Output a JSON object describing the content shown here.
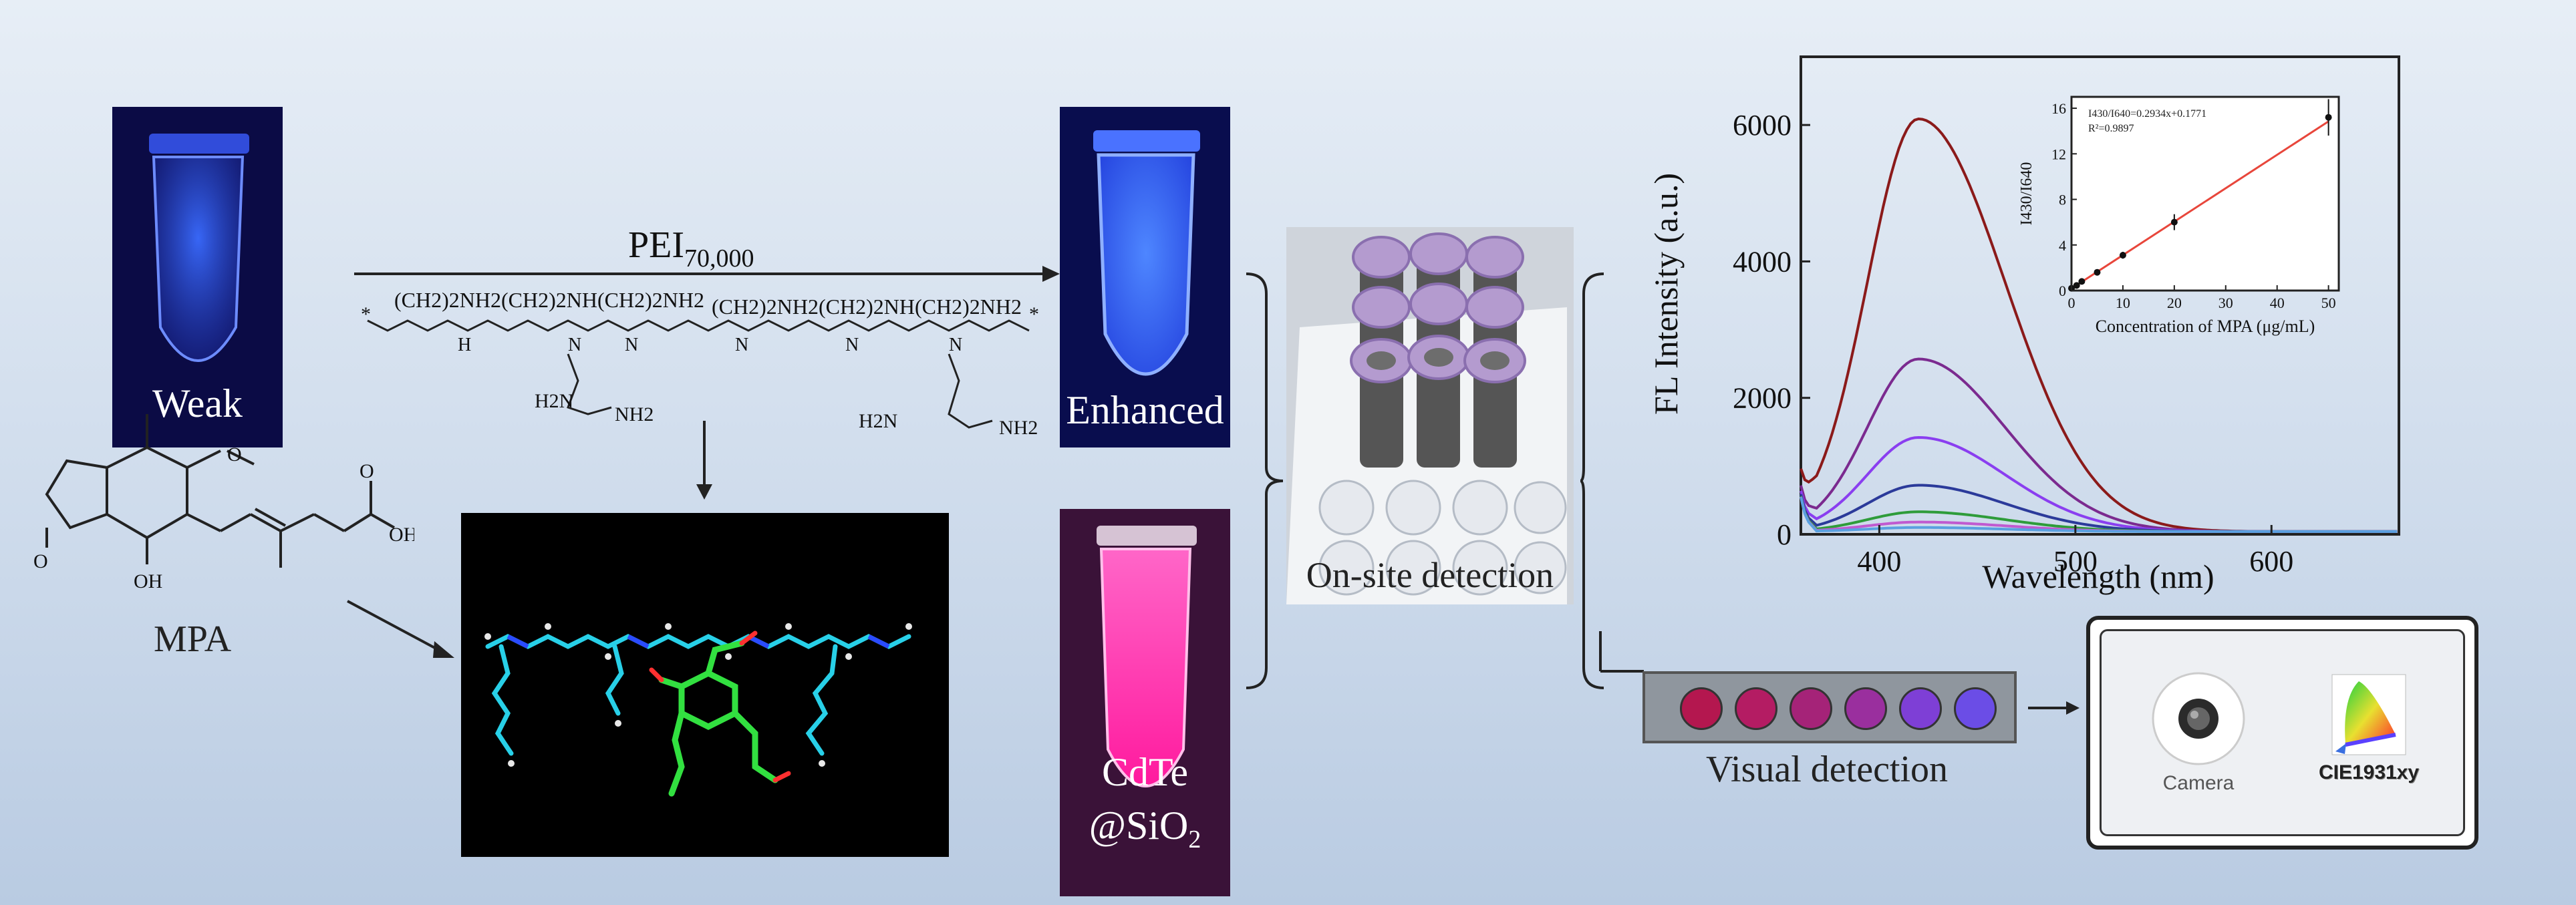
{
  "photos": {
    "weak": "Weak",
    "enhanced": "Enhanced",
    "cdte_line1": "CdTe",
    "cdte_line2_prefix": "@SiO",
    "cdte_line2_sub": "2",
    "onsite": "On-site detection"
  },
  "reaction": {
    "pei_main": "PEI",
    "pei_sub": "70,000",
    "polymer_groups": [
      "(CH2)2NH2",
      "(CH2)2NH(CH2)2NH2",
      "(CH2)2NH2",
      "(CH2)2NH(CH2)2NH2"
    ],
    "amine_h2n": "H2N",
    "amine_nh2": "NH2",
    "n_atom": "N",
    "h_atom": "H",
    "star": "*"
  },
  "mpa": {
    "label": "MPA",
    "methoxy": "O",
    "oh": "OH",
    "acid_oh": "OH",
    "carbonyl_o": "O"
  },
  "visual": {
    "label": "Visual detection",
    "dots": [
      "#b4174f",
      "#b41c63",
      "#a52378",
      "#9a2f9e",
      "#7e3fd6",
      "#6b4de6"
    ]
  },
  "apps": {
    "camera": "Camera",
    "cie": "CIE1931xy"
  },
  "colors": {
    "tube_blue": "#2d57ff",
    "tube_pink": "#ff2fb0",
    "trend_line": "#e8463b"
  },
  "chart_data": [
    {
      "type": "line",
      "title": "",
      "xlabel": "Wavelength (nm)",
      "ylabel": "FL Intensity (a.u.)",
      "xlim": [
        360,
        665
      ],
      "ylim": [
        0,
        7000
      ],
      "xticks": [
        400,
        500,
        600
      ],
      "yticks": [
        0,
        2000,
        4000,
        6000
      ],
      "series": [
        {
          "color": "#8b1a1a",
          "peak_x": 420,
          "peak_y": 6050
        },
        {
          "color": "#7b2a8f",
          "peak_x": 420,
          "peak_y": 2530
        },
        {
          "color": "#8a3ef0",
          "peak_x": 420,
          "peak_y": 1380
        },
        {
          "color": "#2b3a9a",
          "peak_x": 420,
          "peak_y": 680
        },
        {
          "color": "#2e9c3a",
          "peak_x": 420,
          "peak_y": 290
        },
        {
          "color": "#c05ad0",
          "peak_x": 420,
          "peak_y": 140
        },
        {
          "color": "#5aa0e0",
          "peak_x": 420,
          "peak_y": 60
        }
      ]
    },
    {
      "type": "scatter",
      "xlabel": "Concentration of MPA (μg/mL)",
      "ylabel": "I430/I640",
      "xlim": [
        0,
        52
      ],
      "ylim": [
        0,
        17
      ],
      "xticks": [
        0,
        10,
        20,
        30,
        40,
        50
      ],
      "yticks": [
        0,
        4,
        8,
        12,
        16
      ],
      "annotation_1": "I430/I640=0.2934x+0.1771",
      "annotation_2": "R²=0.9897",
      "x": [
        0,
        1,
        2,
        5,
        10,
        20,
        50
      ],
      "y": [
        0.2,
        0.45,
        0.8,
        1.6,
        3.1,
        6.0,
        15.2
      ],
      "err": [
        0.1,
        0.1,
        0.15,
        0.2,
        0.3,
        0.7,
        1.6
      ],
      "fit": {
        "slope": 0.2934,
        "intercept": 0.1771
      }
    }
  ]
}
